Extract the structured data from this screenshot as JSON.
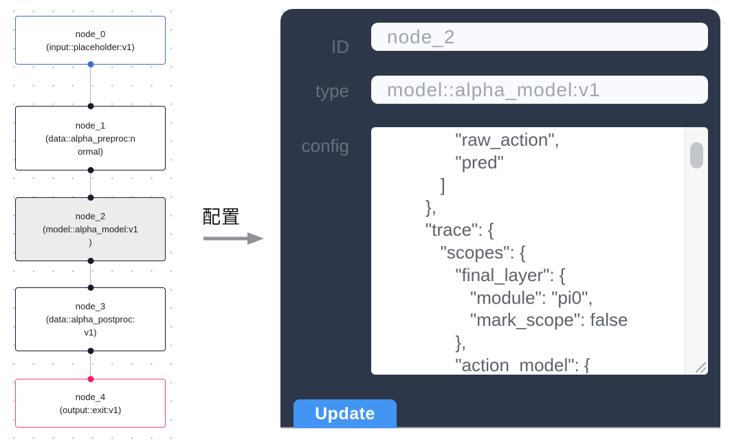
{
  "left_graph": {
    "nodes": [
      {
        "id": "node_0",
        "title": "node_0",
        "subtitle_lines": [
          "(input::placeholder:v1)"
        ],
        "kind": "input"
      },
      {
        "id": "node_1",
        "title": "node_1",
        "subtitle_lines": [
          "(data::alpha_preproc:n",
          "ormal)"
        ],
        "kind": "default"
      },
      {
        "id": "node_2",
        "title": "node_2",
        "subtitle_lines": [
          "(model::alpha_model:v1",
          ")"
        ],
        "kind": "selected"
      },
      {
        "id": "node_3",
        "title": "node_3",
        "subtitle_lines": [
          "(data::alpha_postproc:",
          "v1)"
        ],
        "kind": "default"
      },
      {
        "id": "node_4",
        "title": "node_4",
        "subtitle_lines": [
          "(output::exit:v1)"
        ],
        "kind": "output"
      }
    ]
  },
  "transfer": {
    "label": "配置"
  },
  "panel": {
    "id_label": "ID",
    "id_value": "node_2",
    "type_label": "type",
    "type_value": "model::alpha_model:v1",
    "config_label": "config",
    "config_lines": [
      "               \"raw_action\",",
      "               \"pred\"",
      "            ]",
      "         },",
      "         \"trace\": {",
      "            \"scopes\": {",
      "               \"final_layer\": {",
      "                  \"module\": \"pi0\",",
      "                  \"mark_scope\": false",
      "               },",
      "               \"action_model\": {"
    ],
    "update_label": "Update"
  },
  "colors": {
    "panel_background": "#2e3749",
    "input_node_border": "#3e6ed6",
    "output_node_border": "#f0417f",
    "output_handle": "#fc1574",
    "default_node_border": "#1a192b",
    "selected_node_background": "#ececec",
    "update_button": "#4295f2",
    "edge": "#b4b4ba"
  }
}
